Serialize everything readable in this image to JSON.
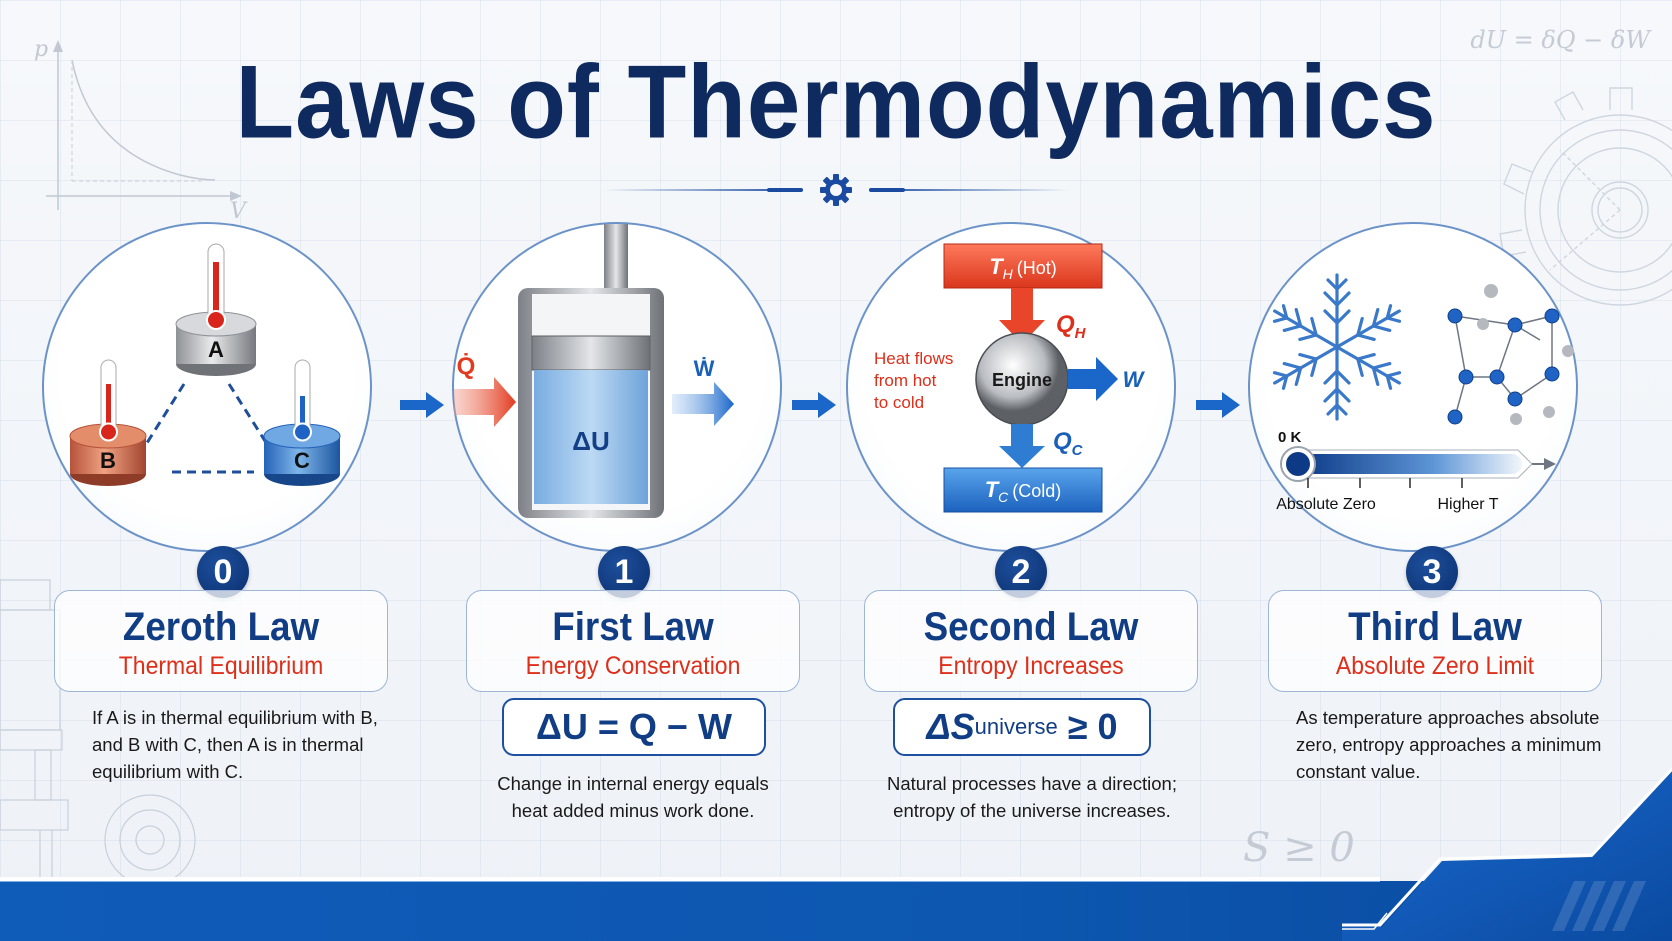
{
  "title": "Laws of Thermodynamics",
  "colors": {
    "title_navy": "#0e2a5e",
    "law_name_blue": "#113d85",
    "subtitle_red": "#dd2f1a",
    "accent_blue": "#1a66c9",
    "hot_red": "#e8452a",
    "cold_blue": "#2f82d6",
    "footer_blue": "#0f5bb8"
  },
  "decorations": {
    "pv_diagram": {
      "y_axis": "p",
      "x_axis": "V"
    },
    "top_right_formula": "dU = δQ − δW",
    "bottom_right_formula": "S ≥ 0",
    "divider_icon": "gear-icon"
  },
  "laws": [
    {
      "number": "0",
      "name": "Zeroth Law",
      "subtitle": "Thermal Equilibrium",
      "equation": null,
      "description": [
        "If A is in thermal equilibrium with B,",
        "and B with C, then A is in thermal",
        "equilibrium with C."
      ],
      "illustration": {
        "bodies": [
          {
            "label": "A",
            "color": "gray",
            "thermometer": "red"
          },
          {
            "label": "B",
            "color": "copper",
            "thermometer": "red"
          },
          {
            "label": "C",
            "color": "blue",
            "thermometer": "blue"
          }
        ]
      }
    },
    {
      "number": "1",
      "name": "First Law",
      "subtitle": "Energy Conservation",
      "equation": "ΔU = Q − W",
      "description": [
        "Change in internal energy equals",
        "heat added minus work done."
      ],
      "illustration": {
        "heat_in_label": "Q̇",
        "work_out_label": "Ẇ",
        "internal_energy_label": "ΔU"
      }
    },
    {
      "number": "2",
      "name": "Second Law",
      "subtitle": "Entropy Increases",
      "equation": {
        "main": "ΔS",
        "sub": "universe",
        "rel": "≥ 0"
      },
      "description": [
        "Natural processes have a direction;",
        "entropy of the universe increases."
      ],
      "illustration": {
        "hot_reservoir": {
          "symbol": "T",
          "sub": "H",
          "label": "(Hot)"
        },
        "cold_reservoir": {
          "symbol": "T",
          "sub": "C",
          "label": "(Cold)"
        },
        "engine_label": "Engine",
        "heat_in": {
          "symbol": "Q",
          "sub": "H"
        },
        "heat_out": {
          "symbol": "Q",
          "sub": "C"
        },
        "work_label": "W",
        "note": [
          "Heat flows",
          "from hot",
          "to cold"
        ]
      }
    },
    {
      "number": "3",
      "name": "Third Law",
      "subtitle": "Absolute Zero Limit",
      "equation": null,
      "description": [
        "As temperature approaches absolute",
        "zero, entropy approaches a minimum",
        "constant value."
      ],
      "illustration": {
        "zero_label": "0 K",
        "scale_left": "Absolute Zero",
        "scale_right": "Higher T"
      }
    }
  ]
}
